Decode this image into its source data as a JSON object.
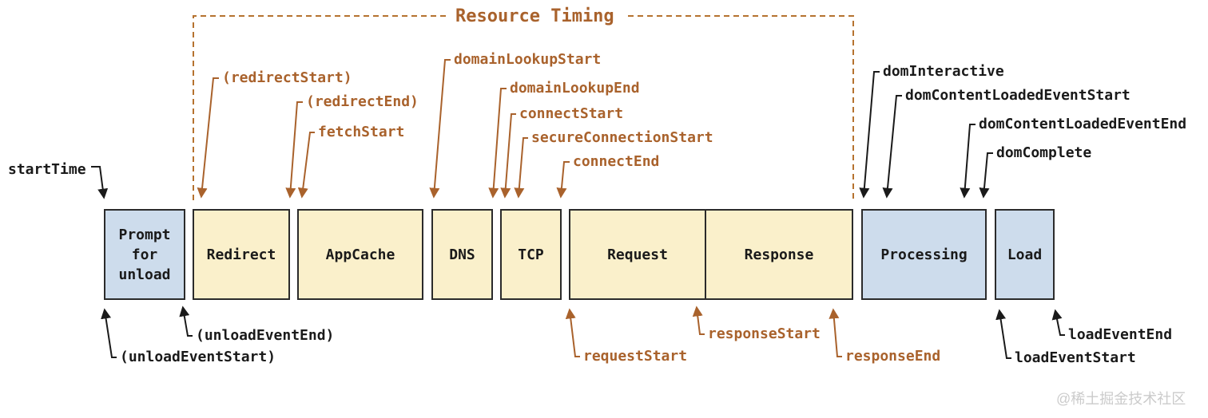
{
  "title": "Resource Timing",
  "colors": {
    "accent_brown": "#a9622c",
    "dash_brown": "#b5722f",
    "text_black": "#1a1a1a",
    "box_border": "#2b2b2b",
    "box_yellow": "#faf0cb",
    "box_blue": "#cddcec",
    "watermark_gray": "#cbcbcb"
  },
  "boxes": [
    {
      "label": "Prompt for unload",
      "color": "#cddcec"
    },
    {
      "label": "Redirect",
      "color": "#faf0cb"
    },
    {
      "label": "AppCache",
      "color": "#faf0cb"
    },
    {
      "label": "DNS",
      "color": "#faf0cb"
    },
    {
      "label": "TCP",
      "color": "#faf0cb"
    },
    {
      "label": "Request",
      "color": "#faf0cb"
    },
    {
      "label": "Response",
      "color": "#faf0cb"
    },
    {
      "label": "Processing",
      "color": "#cddcec"
    },
    {
      "label": "Load",
      "color": "#cddcec"
    }
  ],
  "event_labels": {
    "start": {
      "text": "startTime"
    },
    "top_resource": [
      {
        "text": "(redirectStart)"
      },
      {
        "text": "(redirectEnd)"
      },
      {
        "text": "fetchStart"
      },
      {
        "text": "domainLookupStart"
      },
      {
        "text": "domainLookupEnd"
      },
      {
        "text": "connectStart"
      },
      {
        "text": "secureConnectionStart"
      },
      {
        "text": "connectEnd"
      }
    ],
    "top_dom": [
      {
        "text": "domInteractive"
      },
      {
        "text": "domContentLoadedEventStart"
      },
      {
        "text": "domContentLoadedEventEnd"
      },
      {
        "text": "domComplete"
      }
    ],
    "bottom": [
      {
        "text": "(unloadEventStart)"
      },
      {
        "text": "(unloadEventEnd)"
      },
      {
        "text": "requestStart"
      },
      {
        "text": "responseStart"
      },
      {
        "text": "responseEnd"
      },
      {
        "text": "loadEventStart"
      },
      {
        "text": "loadEventEnd"
      }
    ]
  },
  "watermark": "@稀土掘金技术社区"
}
